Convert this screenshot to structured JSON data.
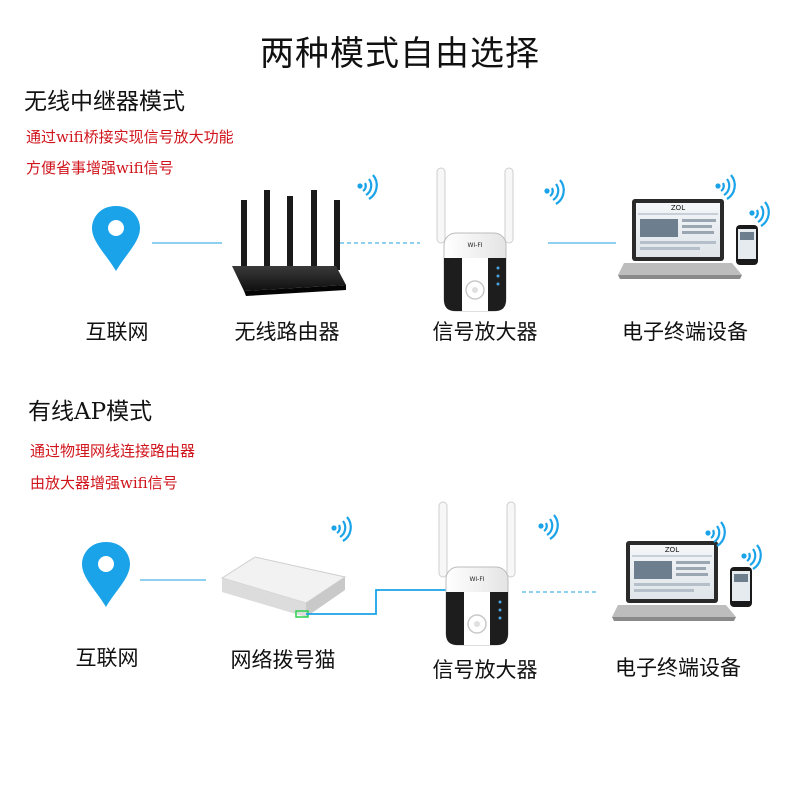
{
  "title": "两种模式自由选择",
  "wireless_mode": {
    "heading": "无线中继器模式",
    "desc_line1": "通过wifi桥接实现信号放大功能",
    "desc_line2": "方便省事增强wifi信号",
    "labels": [
      "互联网",
      "无线路由器",
      "信号放大器",
      "电子终端设备"
    ]
  },
  "wired_mode": {
    "heading": "有线AP模式",
    "desc_line1": "通过物理网线连接路由器",
    "desc_line2": "由放大器增强wifi信号",
    "labels": [
      "互联网",
      "网络拨号猫",
      "信号放大器",
      "电子终端设备"
    ]
  },
  "device_text": {
    "repeater_brand": "WI-FI",
    "laptop_screen_brand": "ZOL"
  },
  "colors": {
    "accent_blue": "#1aa3e8",
    "desc_red": "#d0141b",
    "device_black": "#1d1d1d"
  }
}
